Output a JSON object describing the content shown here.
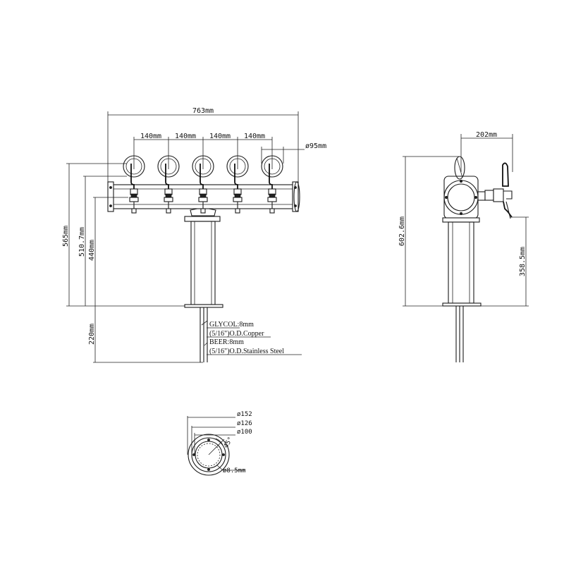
{
  "front_view": {
    "overall_width": "763mm",
    "spacing_1": "140mm",
    "spacing_2": "140mm",
    "spacing_3": "140mm",
    "spacing_4": "140mm",
    "tap_handle_diameter": "ø95mm",
    "total_height": "565mm",
    "height_to_taps": "510.7mm",
    "height_to_spout": "440mm",
    "shank_length": "220mm",
    "tap_count": 5
  },
  "tubing_notes": {
    "glycol_line_1": "GLYCOL:8mm",
    "glycol_line_2": "(5/16\")O.D.Copper",
    "beer_line_1": "BEER:8mm",
    "beer_line_2": "(5/16\")O.D.Stainless Steel"
  },
  "side_view": {
    "depth": "202mm",
    "total_height": "602.6mm",
    "spout_height": "358.5mm"
  },
  "base_view": {
    "outer_diameter": "ø152",
    "bolt_circle_diameter": "ø126",
    "inner_diameter": "ø100",
    "angle": "45°",
    "hole_diameter": "ø8.5mm"
  }
}
